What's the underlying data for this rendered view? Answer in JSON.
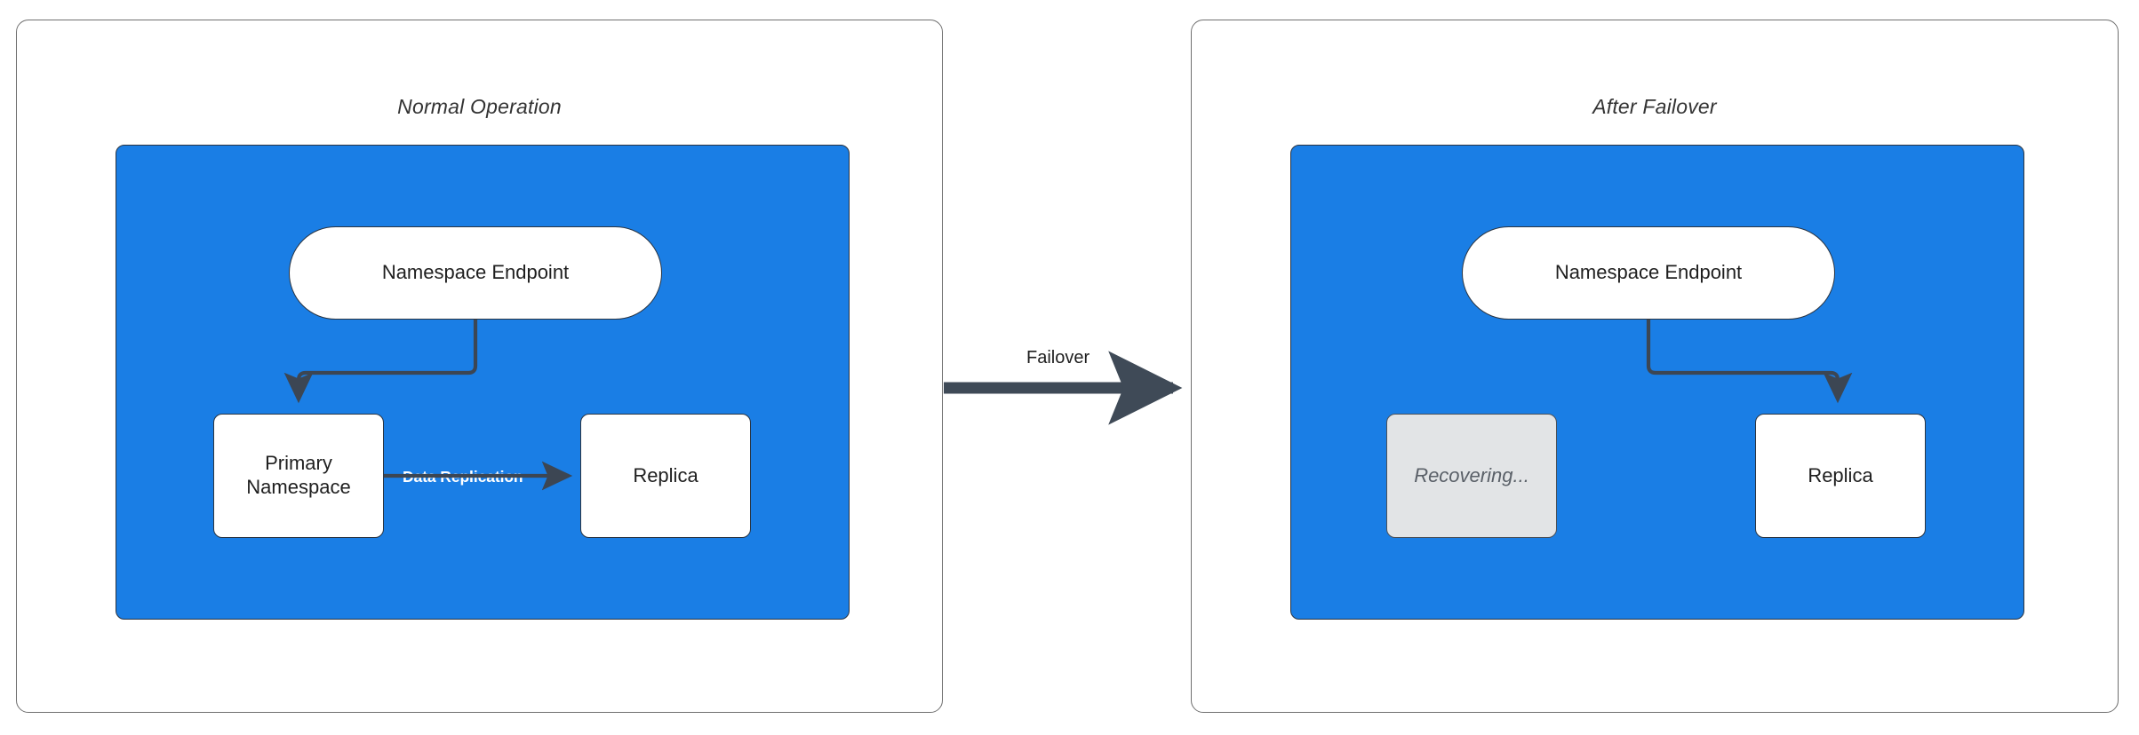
{
  "diagram": {
    "title_left": "Normal Operation",
    "title_right": "After Failover",
    "accent_blue": "#1a7ee5",
    "stroke_dark": "#2a3441",
    "panel_border": "#6f6f6f",
    "disabled_fill": "#e2e4e6",
    "disabled_text": "#5a6068"
  },
  "panels": [
    {
      "id": "normal-operation",
      "title": "Normal Operation",
      "nodes": [
        {
          "id": "endpoint",
          "label": "Namespace Endpoint",
          "shape": "stadium",
          "state": "active"
        },
        {
          "id": "primary",
          "label": "Primary\nNamespace",
          "shape": "rect",
          "state": "active"
        },
        {
          "id": "replica",
          "label": "Replica",
          "shape": "rect",
          "state": "active"
        }
      ],
      "edges": [
        {
          "from": "endpoint",
          "to": "primary",
          "label": ""
        },
        {
          "from": "primary",
          "to": "replica",
          "label": "Data Replication"
        }
      ]
    },
    {
      "id": "after-failover",
      "title": "After Failover",
      "nodes": [
        {
          "id": "endpoint",
          "label": "Namespace Endpoint",
          "shape": "stadium",
          "state": "active"
        },
        {
          "id": "recovering",
          "label": "Recovering...",
          "shape": "rect",
          "state": "disabled"
        },
        {
          "id": "replica",
          "label": "Replica",
          "shape": "rect",
          "state": "active"
        }
      ],
      "edges": [
        {
          "from": "endpoint",
          "to": "replica",
          "label": ""
        }
      ]
    }
  ],
  "transition": {
    "label": "Failover",
    "direction": "left-to-right"
  },
  "labels": {
    "endpoint": "Namespace Endpoint",
    "primary_line1": "Primary",
    "primary_line2": "Namespace",
    "replica": "Replica",
    "recovering": "Recovering...",
    "data_replication": "Data Replication",
    "failover": "Failover"
  }
}
